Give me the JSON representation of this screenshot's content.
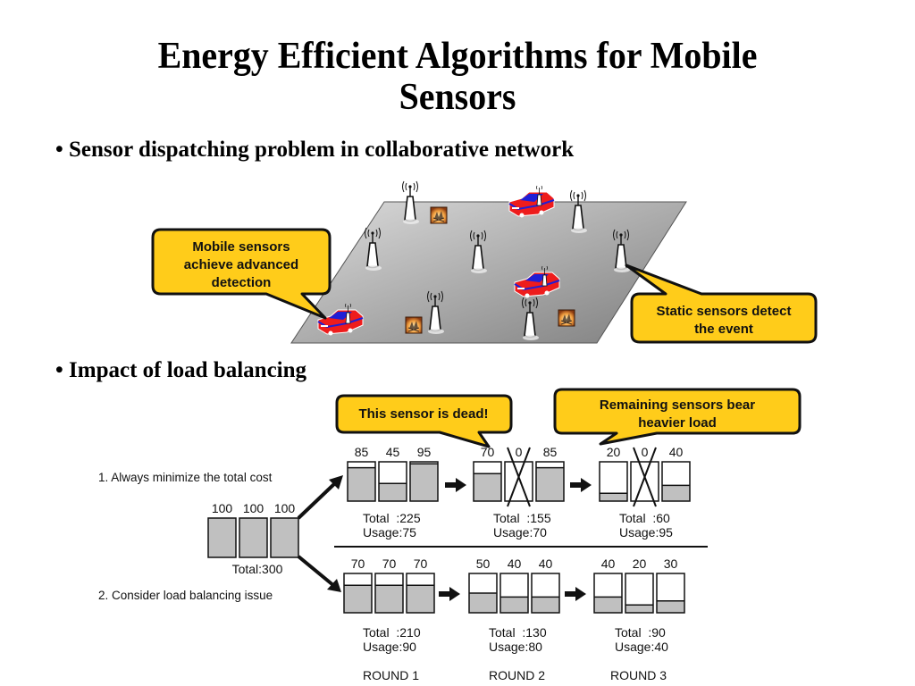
{
  "title_line1": "Energy Efficient Algorithms for Mobile",
  "title_line2": "Sensors",
  "bullets": [
    {
      "symbol": "•",
      "text": "Sensor dispatching problem in collaborative network"
    },
    {
      "symbol": "•",
      "text": "Impact of load balancing"
    }
  ],
  "network_diagram": {
    "callouts": {
      "mobile": [
        "Mobile sensors",
        "achieve advanced",
        "detection"
      ],
      "static": [
        "Static sensors detect",
        "the event"
      ]
    },
    "colors": {
      "callout_fill": "#FFCC1A",
      "plane_light": "#d8d8d8",
      "plane_dark": "#8a8a8a",
      "car_body": "#ee1c1c",
      "car_window": "#1f1fd6"
    },
    "icons": [
      "static-sensor-icon",
      "mobile-sensor-car-icon",
      "event-fire-icon"
    ]
  },
  "load_balancing": {
    "callouts": {
      "dead": "This sensor is dead!",
      "remaining": [
        "Remaining sensors bear",
        "heavier load"
      ]
    },
    "initial": {
      "values": [
        "100",
        "100",
        "100"
      ],
      "levels": [
        100,
        100,
        100
      ],
      "total_label": "Total:300"
    },
    "strategy1_label": "1. Always minimize the total cost",
    "strategy2_label": "2. Consider load balancing issue",
    "strategy1_rounds": [
      {
        "values": [
          "85",
          "45",
          "95"
        ],
        "levels": [
          85,
          45,
          95
        ],
        "dead": [
          false,
          false,
          false
        ],
        "total": "Total  :225",
        "usage": "Usage:75"
      },
      {
        "values": [
          "70",
          "0",
          "85"
        ],
        "levels": [
          70,
          0,
          85
        ],
        "dead": [
          false,
          true,
          false
        ],
        "total": "Total  :155",
        "usage": "Usage:70"
      },
      {
        "values": [
          "20",
          "0",
          "40"
        ],
        "levels": [
          20,
          0,
          40
        ],
        "dead": [
          false,
          true,
          false
        ],
        "total": "Total  :60",
        "usage": "Usage:95"
      }
    ],
    "strategy2_rounds": [
      {
        "values": [
          "70",
          "70",
          "70"
        ],
        "levels": [
          70,
          70,
          70
        ],
        "dead": [
          false,
          false,
          false
        ],
        "total": "Total  :210",
        "usage": "Usage:90"
      },
      {
        "values": [
          "50",
          "40",
          "40"
        ],
        "levels": [
          50,
          40,
          40
        ],
        "dead": [
          false,
          false,
          false
        ],
        "total": "Total  :130",
        "usage": "Usage:80"
      },
      {
        "values": [
          "40",
          "20",
          "30"
        ],
        "levels": [
          40,
          20,
          30
        ],
        "dead": [
          false,
          false,
          false
        ],
        "total": "Total  :90",
        "usage": "Usage:40"
      }
    ],
    "round_labels": [
      "ROUND 1",
      "ROUND 2",
      "ROUND 3"
    ],
    "colors": {
      "battery_fill": "#c0c0c0",
      "battery_empty": "#ffffff",
      "outline": "#111111"
    }
  }
}
